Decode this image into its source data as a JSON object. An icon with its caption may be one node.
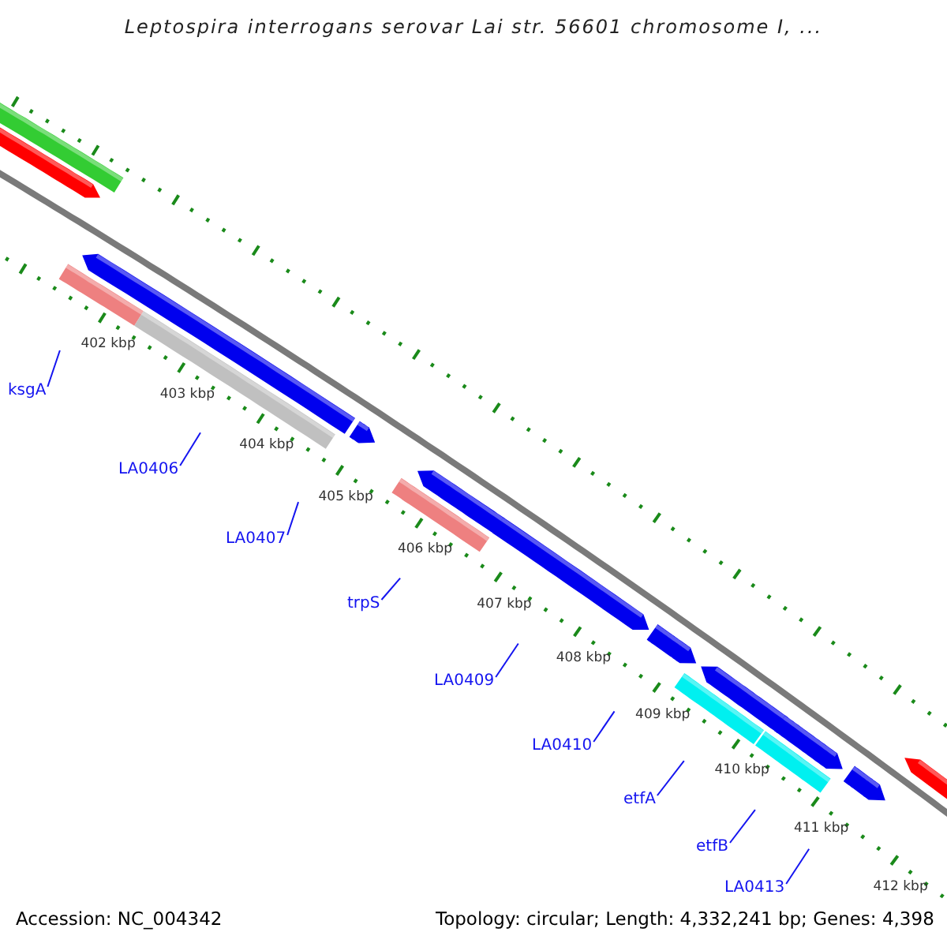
{
  "diagram": {
    "title": "Leptospira interrogans serovar Lai str. 56601 chromosome I, ...",
    "nodes": [
      {
        "text": [
          "ksgA"
        ]
      },
      {
        "text": [
          "LA0406"
        ]
      },
      {
        "text": [
          "LA0407"
        ]
      },
      {
        "text": [
          "trpS"
        ]
      },
      {
        "text": [
          "LA0409"
        ]
      },
      {
        "text": [
          "LA0410"
        ]
      },
      {
        "text": [
          "etfA"
        ]
      },
      {
        "text": [
          "etfB"
        ]
      },
      {
        "text": [
          "LA0413"
        ]
      }
    ],
    "edges": [
      {
        "from": 0,
        "to": null,
        "arrow": "none"
      },
      {
        "from": 1,
        "to": null,
        "arrow": "none"
      },
      {
        "from": 2,
        "to": null,
        "arrow": "none"
      },
      {
        "from": 3,
        "to": null,
        "arrow": "none"
      },
      {
        "from": 4,
        "to": null,
        "arrow": "none"
      },
      {
        "from": 5,
        "to": null,
        "arrow": "none"
      },
      {
        "from": 6,
        "to": null,
        "arrow": "none"
      },
      {
        "from": 7,
        "to": null,
        "arrow": "none"
      },
      {
        "from": 8,
        "to": null,
        "arrow": "none"
      }
    ],
    "labels": [
      "402 kbp",
      "403 kbp",
      "404 kbp",
      "405 kbp",
      "406 kbp",
      "407 kbp",
      "408 kbp",
      "409 kbp",
      "410 kbp",
      "411 kbp",
      "412 kbp",
      "Accession: NC_004342",
      "Topology: circular; Length: 4,332,241 bp; Genes: 4,398"
    ]
  }
}
